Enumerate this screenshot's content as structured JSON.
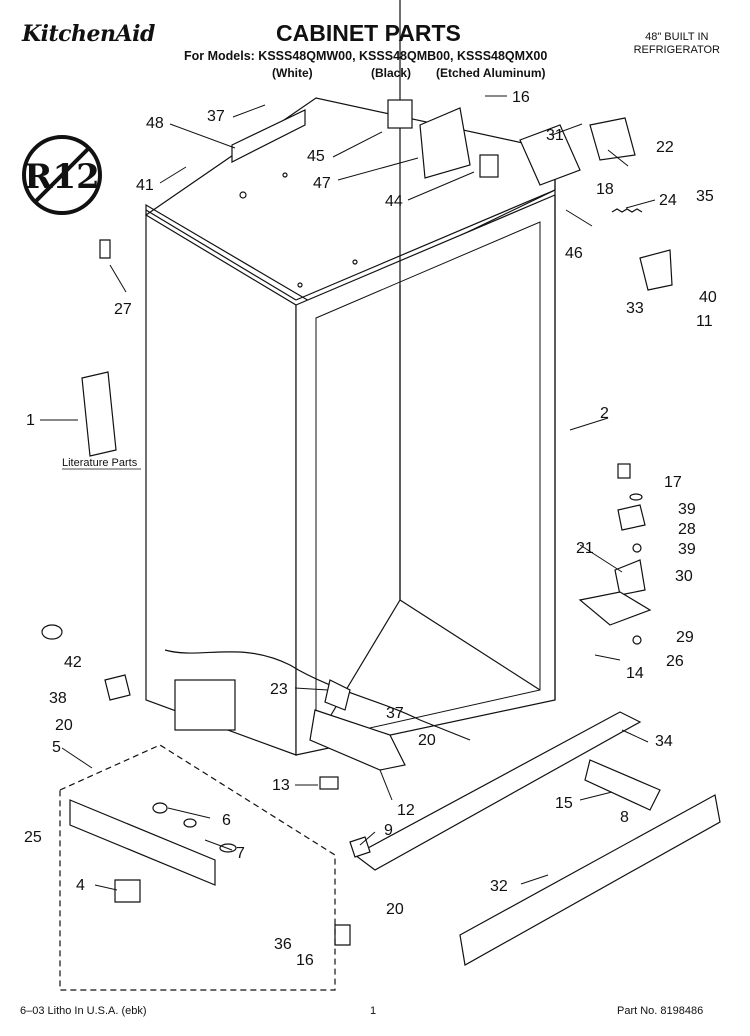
{
  "header": {
    "brand": "KitchenAid",
    "title": "CABINET PARTS",
    "models_line": "For Models: KSSS48QMW00, KSSS48QMB00, KSSS48QMX00",
    "variants": [
      "(White)",
      "(Black)",
      "(Etched Aluminum)"
    ],
    "corner_line1": "48\" BUILT IN",
    "corner_line2": "REFRIGERATOR"
  },
  "badge": {
    "text": "R12"
  },
  "literature_label": "Literature Parts",
  "callouts": [
    "1",
    "2",
    "4",
    "5",
    "6",
    "7",
    "8",
    "9",
    "11",
    "12",
    "13",
    "14",
    "15",
    "16",
    "16",
    "17",
    "18",
    "20",
    "20",
    "20",
    "21",
    "22",
    "23",
    "24",
    "25",
    "26",
    "27",
    "28",
    "29",
    "30",
    "31",
    "32",
    "33",
    "34",
    "35",
    "36",
    "37",
    "37",
    "38",
    "39",
    "39",
    "40",
    "41",
    "42",
    "44",
    "45",
    "46",
    "47",
    "48"
  ],
  "footer": {
    "left": "6–03 Litho In U.S.A. (ebk)",
    "page": "1",
    "part_no": "Part No. 8198486"
  }
}
